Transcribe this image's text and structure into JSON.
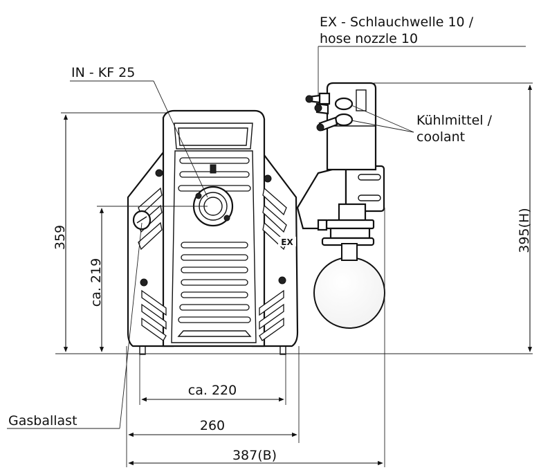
{
  "labels": {
    "exhaust_line1": "EX - Schlauchwelle 10 /",
    "exhaust_line2": "hose nozzle 10",
    "inlet": "IN - KF 25",
    "coolant_line1": "Kühlmittel /",
    "coolant_line2": "coolant",
    "gas_ballast": "Gasballast",
    "badge_ex": "EX"
  },
  "dimensions": {
    "height_body": "359",
    "height_inlet": "ca. 219",
    "height_total": "395(H)",
    "width_feet": "ca. 220",
    "width_body": "260",
    "width_total": "387(B)"
  }
}
